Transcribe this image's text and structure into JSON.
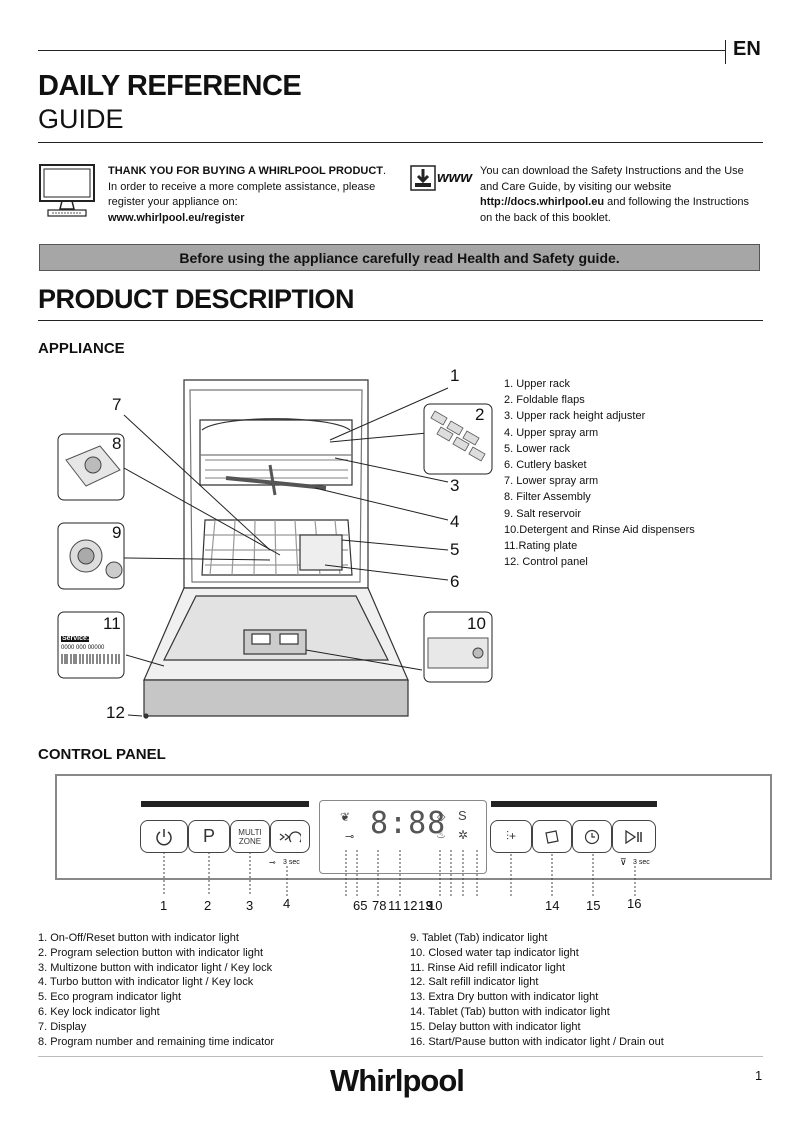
{
  "language": "EN",
  "title_line1": "DAILY REFERENCE",
  "title_line2": "GUIDE",
  "intro_left": {
    "bold": "THANK YOU FOR BUYING A WHIRLPOOL PRODUCT",
    "text": ". In order to receive a more complete assistance, please register your appliance on:",
    "url": "www.whirlpool.eu/register"
  },
  "www_label": "www",
  "intro_right": {
    "text1": "You can download the Safety Instructions and the Use and Care Guide, by visiting our website",
    "url": "http://docs.whirlpool.eu",
    "text2": " and following the Instructions on the back of this booklet."
  },
  "banner": "Before using the appliance carefully read Health and Safety guide.",
  "section_title": "PRODUCT DESCRIPTION",
  "appliance_heading": "APPLIANCE",
  "appliance_parts": [
    "1. Upper rack",
    "2.  Foldable flaps",
    "3. Upper rack height adjuster",
    "4. Upper spray arm",
    "5. Lower rack",
    "6. Cutlery basket",
    "7. Lower spray arm",
    "8. Filter Assembly",
    "9. Salt reservoir",
    "10.Detergent and Rinse Aid dispensers",
    "11.Rating plate",
    "12. Control panel"
  ],
  "callouts": [
    "1",
    "2",
    "3",
    "4",
    "5",
    "6",
    "7",
    "8",
    "9",
    "10",
    "11",
    "12"
  ],
  "rating_plate": {
    "label": "Service:",
    "code": "0000 000 00000"
  },
  "control_panel_heading": "CONTROL PANEL",
  "panel": {
    "p_label": "P",
    "multi_label": "MULTI",
    "zone_label": "ZONE",
    "display": "8:88",
    "s_label": "S",
    "keylock_hint": "3 sec",
    "drain_hint": "3 sec"
  },
  "panel_numbers": [
    "1",
    "2",
    "3",
    "4",
    "65",
    "78",
    "11",
    "12",
    "13",
    "9",
    "10",
    "14",
    "15",
    "16"
  ],
  "controls_left": [
    "1. On-Off/Reset button with indicator light",
    "2.    Program selection button with indicator light",
    "3.    Multizone button with indicator light / Key lock",
    "4. Turbo button with indicator light / Key lock",
    "5. Eco program indicator light",
    "6. Key lock indicator light",
    "7. Display",
    "8.    Program number and remaining time indicator"
  ],
  "controls_right": [
    "9. Tablet (Tab) indicator light",
    "10. Closed water tap indicator light",
    "11. Rinse Aid refill indicator light",
    "12. Salt refill indicator light",
    "13. Extra Dry button with indicator light",
    "14. Tablet (Tab) button with indicator light",
    "15. Delay button with indicator light",
    "16. Start/Pause button with indicator light / Drain out"
  ],
  "brand": "Whirlpool",
  "page_number": "1"
}
